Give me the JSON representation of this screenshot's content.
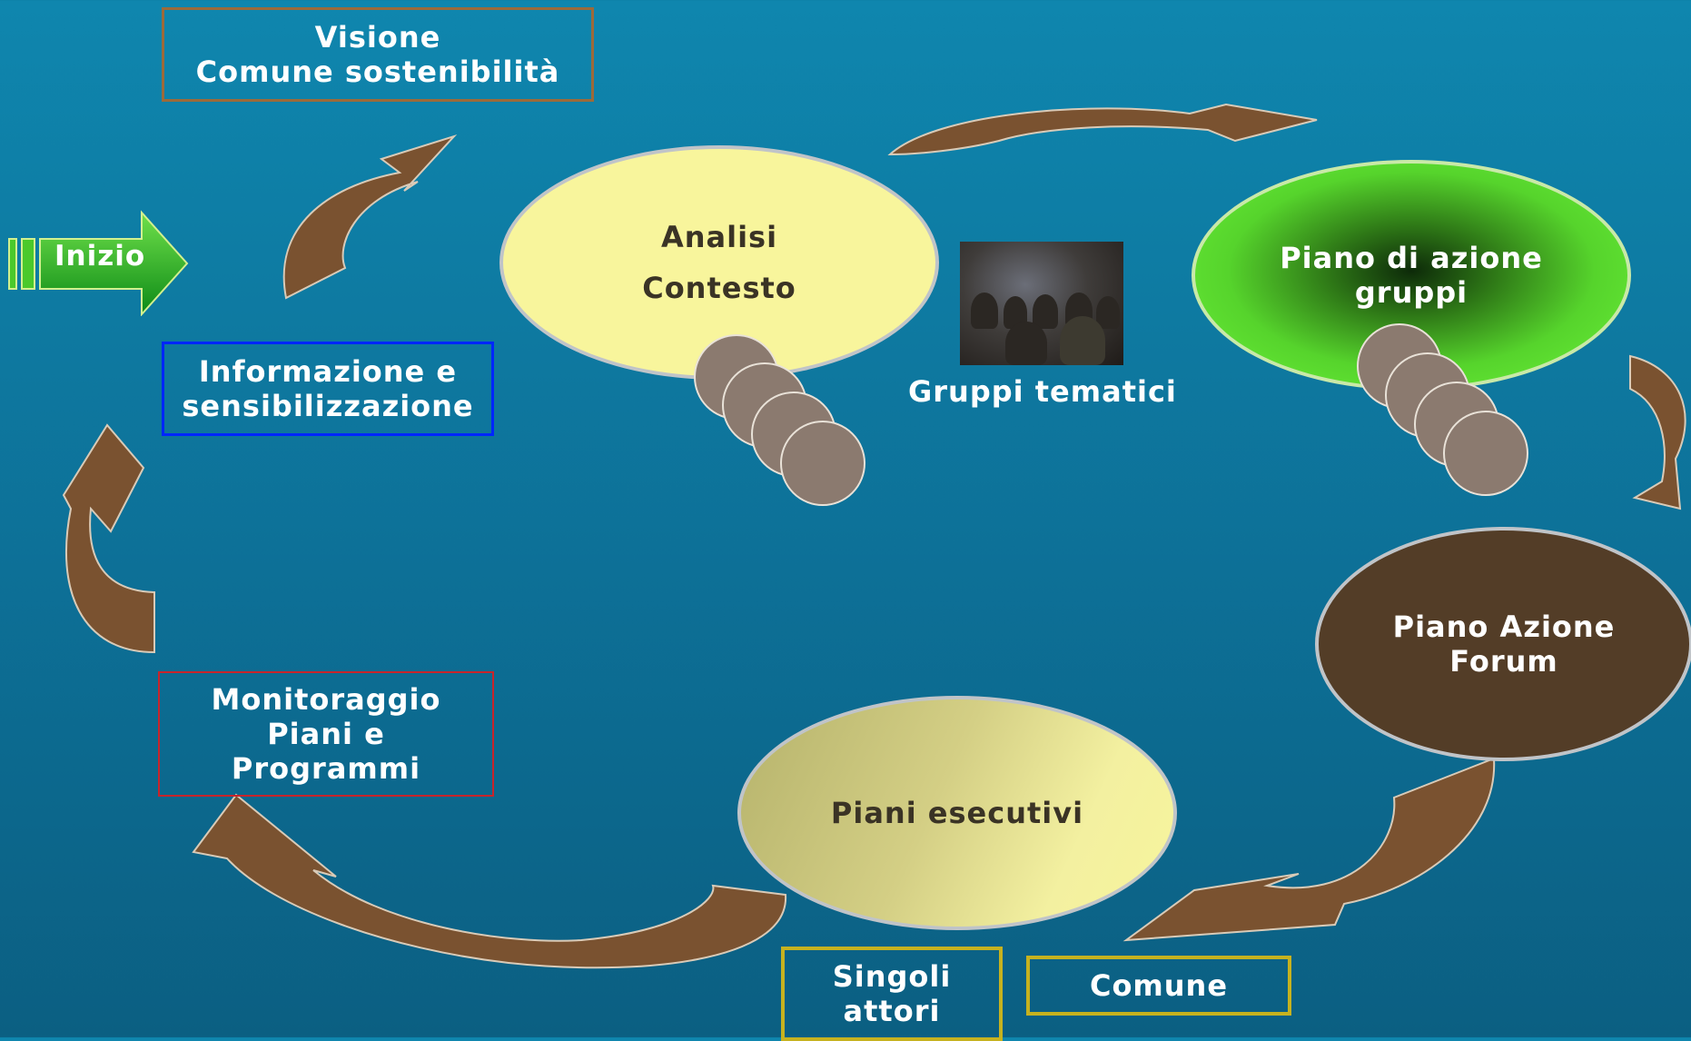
{
  "nodes": {
    "visione": "Visione\nComune sostenibilità",
    "inizio": "Inizio",
    "informazione": "Informazione e\nsensibilizzazione",
    "monitoraggio": "Monitoraggio\nPiani e\nProgrammi",
    "analisi_line1": "Analisi",
    "analisi_line2": "Contesto",
    "gruppi_tematici": "Gruppi tematici",
    "piano_gruppi": "Piano di azione\ngruppi",
    "piano_forum": "Piano Azione\nForum",
    "piani_esecutivi": "Piani esecutivi",
    "singoli_attori": "Singoli\nattori",
    "comune": "Comune"
  },
  "colors": {
    "background_top": "#0f86ae",
    "background_bottom": "#0b5f82",
    "arrow_brown": "#7a5230",
    "analisi_fill": "#f8f59c",
    "piano_gruppi_fill": "#6cf23a",
    "piano_forum_fill": "#533d27",
    "piani_esecutivi_fill": "#d4cf85",
    "visione_border": "#9c6a3a",
    "informazione_border": "#0026ff",
    "monitoraggio_border": "#c8242b",
    "singoli_border": "#c6b21f",
    "inizio_green": "#1fb31f"
  },
  "icons": [
    "curved-arrow-icon",
    "start-arrow-icon",
    "meeting-photo"
  ]
}
